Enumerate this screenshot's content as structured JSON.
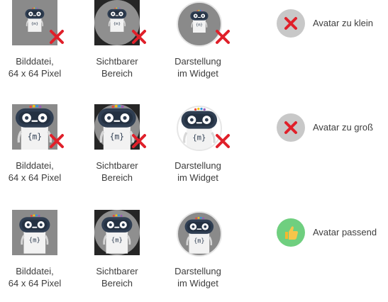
{
  "rows": [
    {
      "captions": [
        {
          "line1": "Bilddatei,",
          "line2": "64 x 64 Pixel"
        },
        {
          "line1": "Sichtbarer",
          "line2": "Bereich"
        },
        {
          "line1": "Darstellung",
          "line2": "im Widget"
        }
      ],
      "status_label": "Avatar zu klein",
      "status_icon": "x-mark-icon",
      "status_color": "#c8c8c8"
    },
    {
      "captions": [
        {
          "line1": "Bilddatei,",
          "line2": "64 x 64 Pixel"
        },
        {
          "line1": "Sichtbarer",
          "line2": "Bereich"
        },
        {
          "line1": "Darstellung",
          "line2": "im Widget"
        }
      ],
      "status_label": "Avatar zu groß",
      "status_icon": "x-mark-icon",
      "status_color": "#c8c8c8"
    },
    {
      "captions": [
        {
          "line1": "Bilddatei,",
          "line2": "64 x 64 Pixel"
        },
        {
          "line1": "Sichtbarer",
          "line2": "Bereich"
        },
        {
          "line1": "Darstellung",
          "line2": "im Widget"
        }
      ],
      "status_label": "Avatar passend",
      "status_icon": "thumbs-up-icon",
      "status_color": "#6fcf7f"
    }
  ],
  "robot": {
    "badge_text": "{m}"
  },
  "colors": {
    "error_red": "#e0202a",
    "robot_head": "#2f3e52",
    "robot_eye": "#ffffff",
    "robot_body": "#f2f2f2"
  }
}
